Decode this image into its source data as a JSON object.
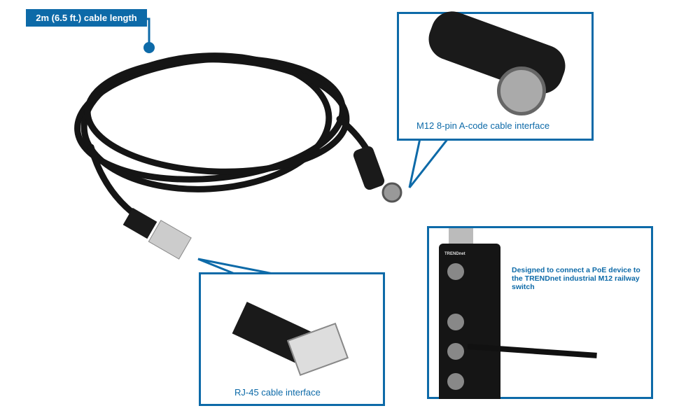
{
  "callouts": {
    "length_label": "2m (6.5 ft.) cable length",
    "m12_label": "M12 8-pin A-code cable interface",
    "rj45_label": "RJ-45 cable interface",
    "switch_label": "Designed to connect a PoE device to the TRENDnet industrial M12 railway switch"
  },
  "device_brand": "TRENDnet",
  "colors": {
    "accent": "#0d6aa8",
    "cable": "#111111"
  }
}
